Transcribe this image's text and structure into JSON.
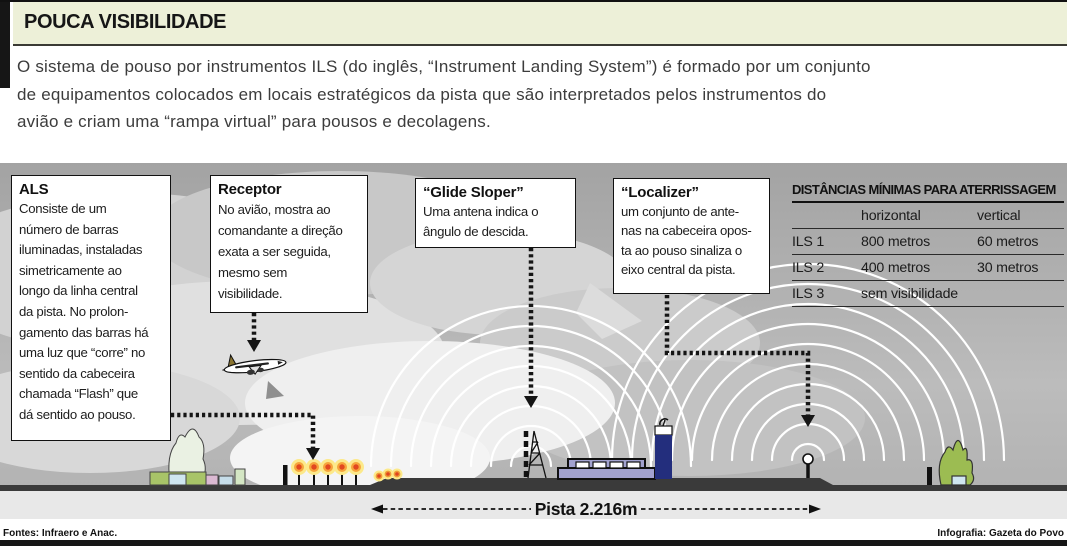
{
  "header": {
    "title": "POUCA VISIBILIDADE",
    "intro": "O sistema de pouso por instrumentos ILS (do inglês, “Instrument Landing System”) é formado por um conjunto\nde equipamentos colocados em locais estratégicos da pista que são interpretados pelos instrumentos do\navião e criam uma “rampa virtual” para pousos e decolagens."
  },
  "callouts": [
    {
      "title": "ALS",
      "body": "Consiste de um\nnúmero de barras\niluminadas, instaladas\nsimetricamente ao\nlongo da linha central\nda pista. No prolon-\ngamento das barras há\numa luz que “corre” no\nsentido da cabeceira\nchamada “Flash” que\ndá sentido ao pouso."
    },
    {
      "title": "Receptor",
      "body": "No avião, mostra ao\ncomandante a direção\nexata a ser seguida,\nmesmo sem\nvisibilidade."
    },
    {
      "title": "“Glide Sloper”",
      "body": "Uma antena indica o\nângulo de descida."
    },
    {
      "title": "“Localizer”",
      "body": "um conjunto de ante-\nnas na cabeceira opos-\nta ao pouso sinaliza o\neixo central da pista."
    }
  ],
  "distances_table": {
    "title": "DISTÂNCIAS MÍNIMAS PARA ATERRISSAGEM",
    "columns": [
      "",
      "horizontal",
      "vertical"
    ],
    "rows": [
      {
        "label": "ILS 1",
        "horizontal": "800 metros",
        "vertical": "60 metros"
      },
      {
        "label": "ILS 2",
        "horizontal": "400 metros",
        "vertical": "30 metros"
      },
      {
        "label": "ILS 3",
        "horizontal": "sem visibilidade",
        "vertical": ""
      }
    ]
  },
  "runway_label": "Pista 2.216m",
  "footer": {
    "sources": "Fontes: Infraero e Anac.",
    "credit": "Infografia: Gazeta do Povo"
  },
  "colors": {
    "header_band": "#edf0d8",
    "accent_black": "#161616",
    "panel_gray_top": "#a3a3a3",
    "panel_gray_bottom": "#bcbcbc",
    "ground_dark": "#3a3a3a",
    "below_ground_strip": "#e8e8e8",
    "control_tower_navy": "#232e7d",
    "terminal_lavender": "#a2a2cf",
    "approach_light_orange": "#e2481f",
    "wave_white": "#ffffff"
  }
}
